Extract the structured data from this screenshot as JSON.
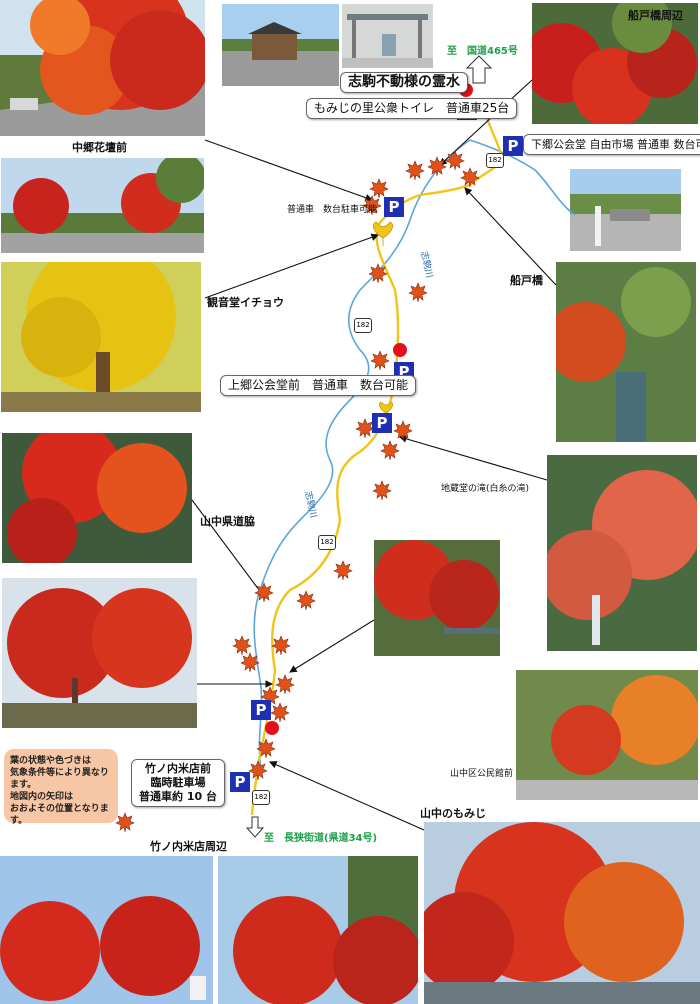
{
  "labels": {
    "nakagou_kadan": "中郷花壇前",
    "funatobashi_shuuhen": "船戸橋周辺",
    "fudou_reisui": "志駒不動様の霊水",
    "momiji_toilet": "もみじの里公衆トイレ　普通車25台",
    "to_route465": "至　国道465号",
    "shimogou": "下郷公会堂 自由市場 普通車 数台可能",
    "futsuusha_suudai": "普通車　数台駐車可能",
    "kannondou_ichou": "観音堂イチョウ",
    "funatobashi": "船戸橋",
    "kamigou": "上郷公会堂前　普通車　数台可能",
    "jizoudou_taki": "地蔵堂の滝(白糸の滝)",
    "yamanaka_kendou": "山中県道脇",
    "yamanaka_kouminkan": "山中区公民館前",
    "takenouchi_info_1": "竹ノ内米店前",
    "takenouchi_info_2": "臨時駐車場",
    "takenouchi_info_3": "普通車約 10 台",
    "note_1": "葉の状態や色づきは",
    "note_2": "気象条件等により異なります。",
    "note_3": "地図内の矢印は",
    "note_4": "おおよその位置となります。",
    "yamanaka_momiji": "山中のもみじ",
    "to_nagasa": "至　長狭街道(県道34号)",
    "takenouchi_shuuhen": "竹ノ内米店周辺",
    "river_1": "志駒川",
    "river_2": "志駒川",
    "route_number": "182",
    "parking_letter": "P"
  },
  "colors": {
    "river": "#5aa7dc",
    "road": "#f0c419",
    "parking": "#1f2fb3",
    "point": "#e3101a",
    "route_text": "#20a04a",
    "note_bg": "#f7c6a4",
    "maple": "#e0521a"
  },
  "icons": {
    "maple": "maple-leaf-icon",
    "ginkgo": "ginkgo-leaf-icon",
    "parking": "parking-sign-icon",
    "route": "route-shield-icon",
    "direction": "up-arrow-icon"
  }
}
